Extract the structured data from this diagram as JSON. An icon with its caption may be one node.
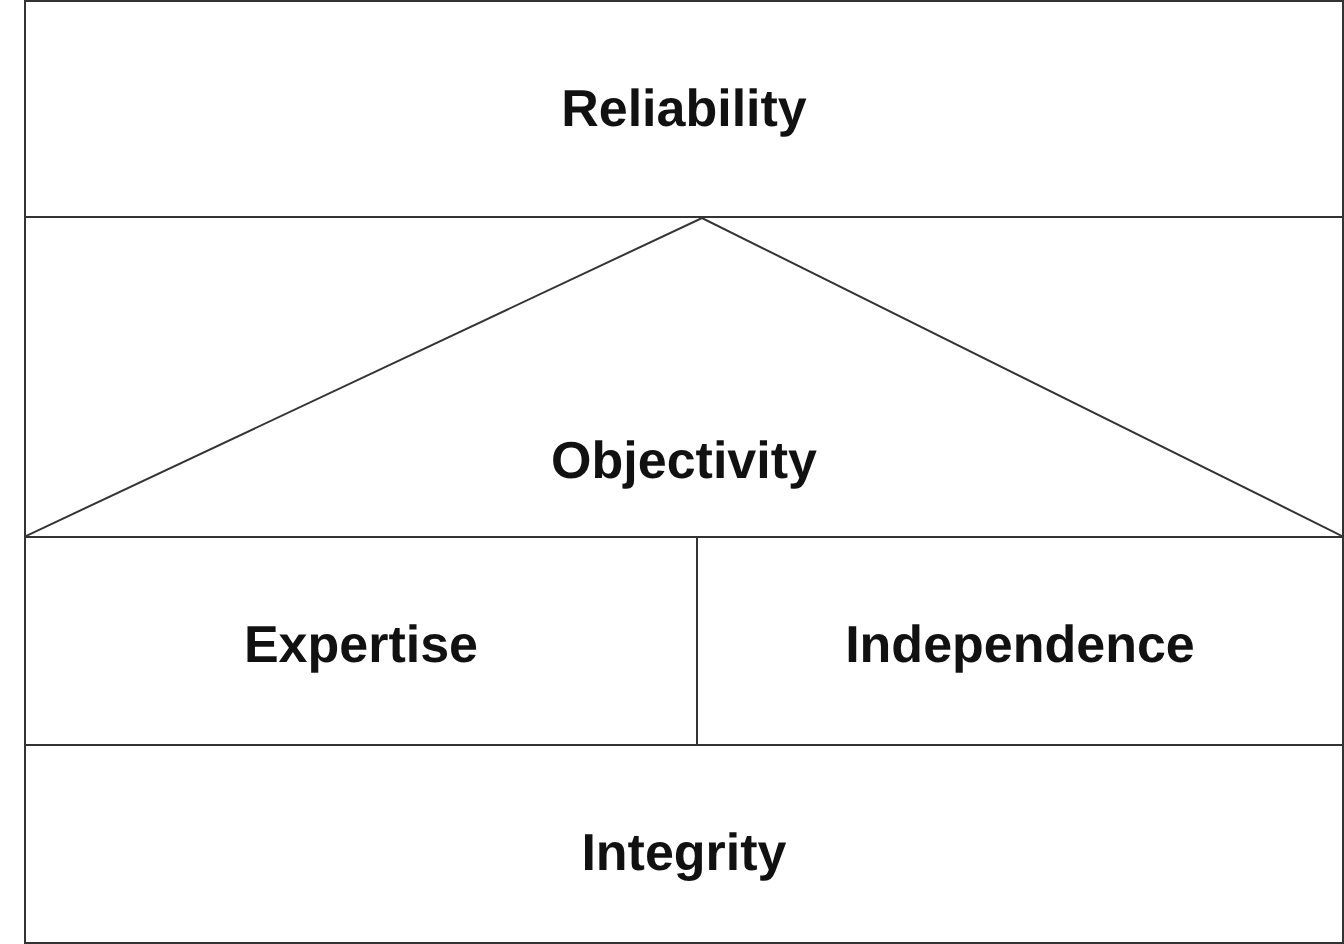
{
  "diagram": {
    "nodes": [
      {
        "text": [
          "Reliability"
        ]
      },
      {
        "text": [
          "Objectivity"
        ]
      },
      {
        "text": [
          "Expertise"
        ]
      },
      {
        "text": [
          "Independence"
        ]
      },
      {
        "text": [
          "Integrity"
        ]
      }
    ]
  }
}
